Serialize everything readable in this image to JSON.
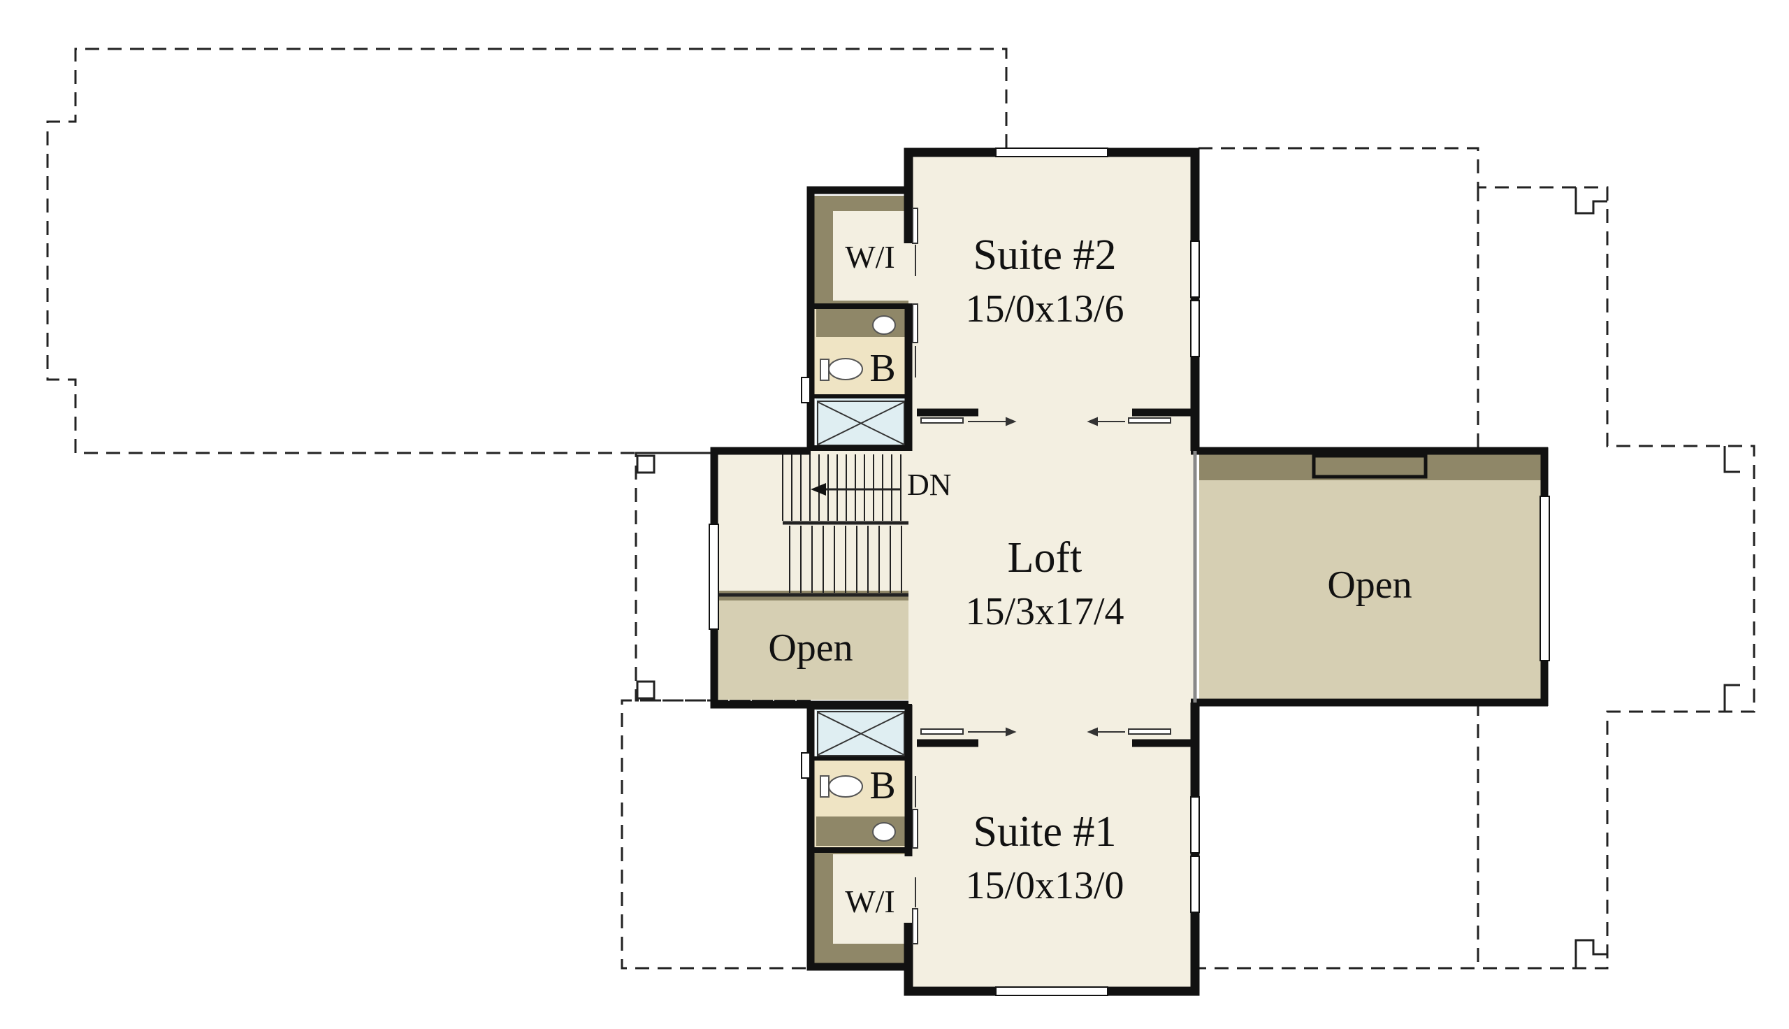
{
  "rooms": {
    "suite2": {
      "name": "Suite #2",
      "size": "15/0x13/6"
    },
    "loft": {
      "name": "Loft",
      "size": "15/3x17/4"
    },
    "suite1": {
      "name": "Suite #1",
      "size": "15/0x13/0"
    },
    "open_right": {
      "name": "Open"
    },
    "open_left": {
      "name": "Open"
    },
    "wi_top": {
      "name": "W/I"
    },
    "wi_bottom": {
      "name": "W/I"
    },
    "bath_top": {
      "name": "B"
    },
    "bath_bottom": {
      "name": "B"
    }
  },
  "stairs": {
    "label": "DN"
  },
  "colors": {
    "floor": "#f3efe1",
    "open_area": "#d6cfb3",
    "open_border": "#8f8768",
    "wall": "#111111",
    "bath_tile": "#efe4c4",
    "shower": "#dfeef2",
    "dashed": "#222222"
  }
}
